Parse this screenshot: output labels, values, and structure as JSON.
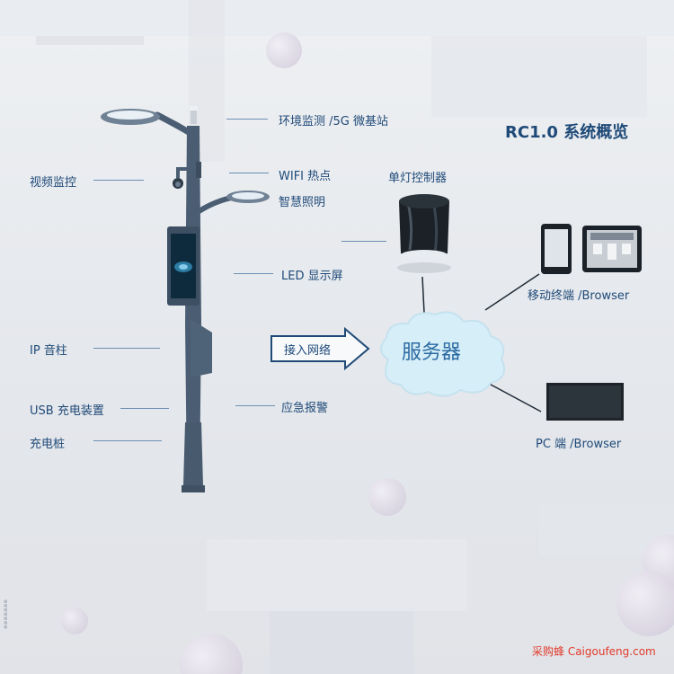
{
  "title": "RC1.0 系统概览",
  "pole_labels": {
    "env_monitor": "环境监测 /5G 微基站",
    "video": "视频监控",
    "wifi": "WIFI 热点",
    "lighting": "智慧照明",
    "led_screen": "LED 显示屏",
    "ip_speaker": "IP 音柱",
    "usb": "USB 充电装置",
    "emergency": "应急报警",
    "charging": "充电桩"
  },
  "single_lamp_controller": "单灯控制器",
  "network_arrow": "接入网络",
  "server": "服务器",
  "mobile": "移动终端 /Browser",
  "pc": "PC 端 /Browser",
  "watermark": "采购蜂 Caigoufeng.com",
  "colors": {
    "label": "#1f4a78",
    "pole": "#4a5d72",
    "cloud": "#d8eef7",
    "watermark": "#e23a2a"
  }
}
